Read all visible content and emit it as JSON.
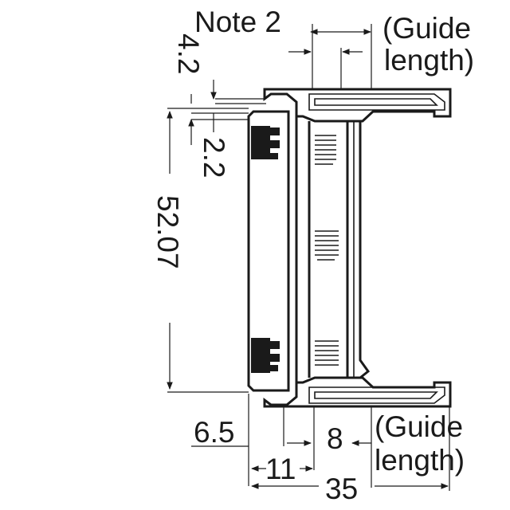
{
  "labels": {
    "note": "Note 2",
    "guide_top_line1": "(Guide",
    "guide_top_line2": "length)",
    "guide_bottom_line1": "(Guide",
    "guide_bottom_line2": "length)"
  },
  "dimensions": {
    "d_4_2": "4.2",
    "d_2_2": "2.2",
    "d_52_07": "52.07",
    "d_6_5": "6.5",
    "d_8": "8",
    "d_11": "11",
    "d_35": "35"
  }
}
